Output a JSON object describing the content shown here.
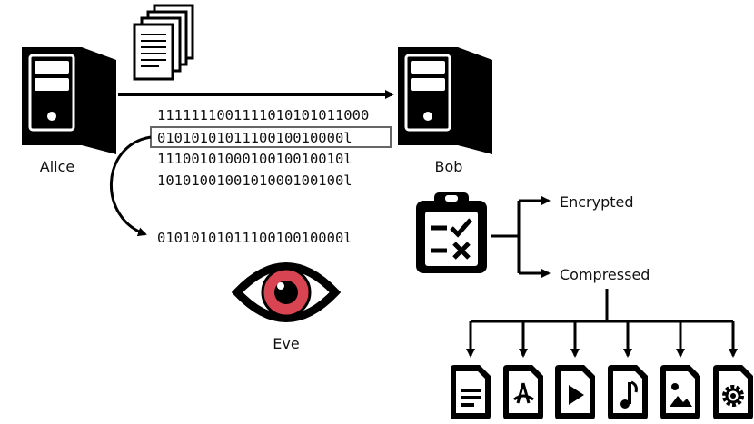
{
  "nodes": {
    "alice": {
      "label": "Alice"
    },
    "bob": {
      "label": "Bob"
    },
    "eve": {
      "label": "Eve"
    }
  },
  "bitstream": {
    "lines": [
      "1111111001111010101011000",
      "0101010101110010010000l",
      "1110010100010010010010l",
      "1010100100101000100100l"
    ],
    "intercepted": "0101010101110010010000l"
  },
  "classification": {
    "branches": [
      "Encrypted",
      "Compressed"
    ]
  },
  "file_types": [
    "text-file",
    "pdf-file",
    "video-file",
    "audio-file",
    "image-file",
    "settings-file"
  ],
  "colors": {
    "ink": "#000000",
    "eye_iris": "#d94452"
  }
}
